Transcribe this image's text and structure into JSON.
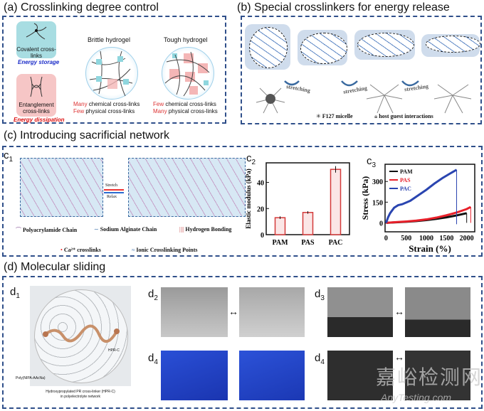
{
  "panel_a": {
    "title": "(a) Crosslinking degree control",
    "covalent_label": "Covalent cross-links",
    "covalent_caption": "Energy storage",
    "entanglement_label": "Entanglement cross-links",
    "entanglement_caption": "Energy dissipation",
    "brittle_title": "Brittle hydrogel",
    "brittle_line1_em": "Many",
    "brittle_line1": " chemical cross-links",
    "brittle_line2_em": "Few",
    "brittle_line2": " physical cross-links",
    "tough_title": "Tough hydrogel",
    "tough_line1_em": "Few",
    "tough_line1": " chemical cross-links",
    "tough_line2_em": "Many",
    "tough_line2": " physical cross-links"
  },
  "panel_b": {
    "title": "(b) Special crosslinkers for energy release",
    "stretch_labels": [
      "stretching",
      "stretching",
      "stretching"
    ],
    "legend_micelle": "F127 micelle",
    "legend_hostguest": "host guest interactions"
  },
  "panel_c": {
    "title": "(c) Introducing sacrificial network",
    "c1_label": "c",
    "c1_sub": "1",
    "c2_label": "c",
    "c2_sub": "2",
    "c3_label": "c",
    "c3_sub": "3",
    "stretch": "Stretch",
    "relax": "Relax",
    "legend": {
      "pam_chain": "Polyacrylamide Chain",
      "alginate_chain": "Sodium Alginate Chain",
      "hbond": "Hydrogen Bonding",
      "ca": "Ca²⁺ crosslinks",
      "ionic": "Ionic Crosslinking Points"
    }
  },
  "chart_data": [
    {
      "type": "bar",
      "title": "",
      "categories": [
        "PAM",
        "PAS",
        "PAC"
      ],
      "values": [
        13,
        17,
        50
      ],
      "errors": [
        1,
        1,
        2.5
      ],
      "xlabel": "",
      "ylabel": "Elastic modulus (kPa)",
      "ylim": [
        0,
        55
      ],
      "yticks": [
        0,
        20,
        40
      ],
      "colors": [
        "#d43a3a"
      ]
    },
    {
      "type": "line",
      "title": "",
      "xlabel": "Strain (%)",
      "ylabel": "Stress (kPa)",
      "xlim": [
        -25,
        2200
      ],
      "ylim": [
        -65,
        425
      ],
      "xticks": [
        0,
        500,
        1000,
        1500,
        2000
      ],
      "yticks": [
        0,
        150,
        300
      ],
      "legend_position": "top-left",
      "series": [
        {
          "name": "PAM",
          "color": "#111111",
          "x": [
            0,
            250,
            500,
            750,
            1000,
            1250,
            1500,
            1750,
            2000
          ],
          "y": [
            0,
            4,
            8,
            13,
            20,
            29,
            40,
            54,
            70
          ]
        },
        {
          "name": "PAS",
          "color": "#e8202a",
          "x": [
            0,
            250,
            500,
            750,
            1000,
            1250,
            1500,
            1750,
            2000,
            2100
          ],
          "y": [
            0,
            5,
            10,
            16,
            25,
            38,
            55,
            75,
            100,
            115
          ]
        },
        {
          "name": "PAC",
          "color": "#2a45b0",
          "x": [
            0,
            50,
            100,
            200,
            300,
            400,
            600,
            800,
            1000,
            1200,
            1400,
            1600,
            1750
          ],
          "y": [
            0,
            40,
            70,
            110,
            128,
            135,
            160,
            200,
            240,
            285,
            325,
            360,
            385
          ]
        }
      ]
    }
  ],
  "panel_d": {
    "title": "(d) Molecular sliding",
    "d1_label": "d",
    "d1_sub": "1",
    "d2_label": "d",
    "d2_sub": "2",
    "d3_label": "d",
    "d3_sub": "3",
    "d4a_label": "d",
    "d4a_sub": "4",
    "d4b_label": "d",
    "d4b_sub": "4",
    "hpr_label": "HPR-C",
    "poly_label": "Poly(NIPA-AAcNa)",
    "caption_line1": "Hydroxypropylated PR cross-linker (HPR-C)",
    "caption_line2": "in polyelectrolyte network",
    "arrow": "↔"
  },
  "watermark": {
    "cn": "嘉峪检测网",
    "en": "AnyTesting.com"
  }
}
